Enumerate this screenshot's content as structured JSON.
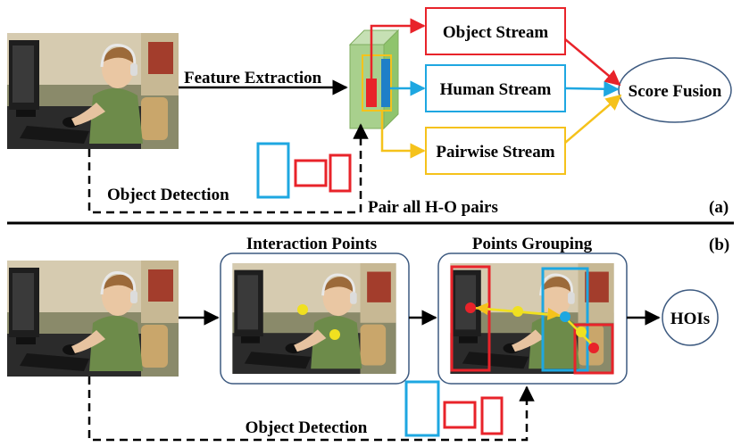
{
  "panel_a": {
    "feature_extraction": "Feature Extraction",
    "object_detection": "Object Detection",
    "pair_all": "Pair all H-O pairs",
    "object_stream": "Object Stream",
    "human_stream": "Human Stream",
    "pairwise_stream": "Pairwise Stream",
    "score_fusion": "Score Fusion",
    "tag": "(a)"
  },
  "panel_b": {
    "interaction_points": "Interaction Points",
    "points_grouping": "Points Grouping",
    "object_detection": "Object Detection",
    "hois": "HOIs",
    "tag": "(b)"
  },
  "colors": {
    "red": "#e8232a",
    "blue": "#1ea7e1",
    "yellow": "#f5c21b",
    "point_yellow": "#f0e020",
    "feature_green": "#a8d08d",
    "panel_border": "#3d5a80"
  }
}
